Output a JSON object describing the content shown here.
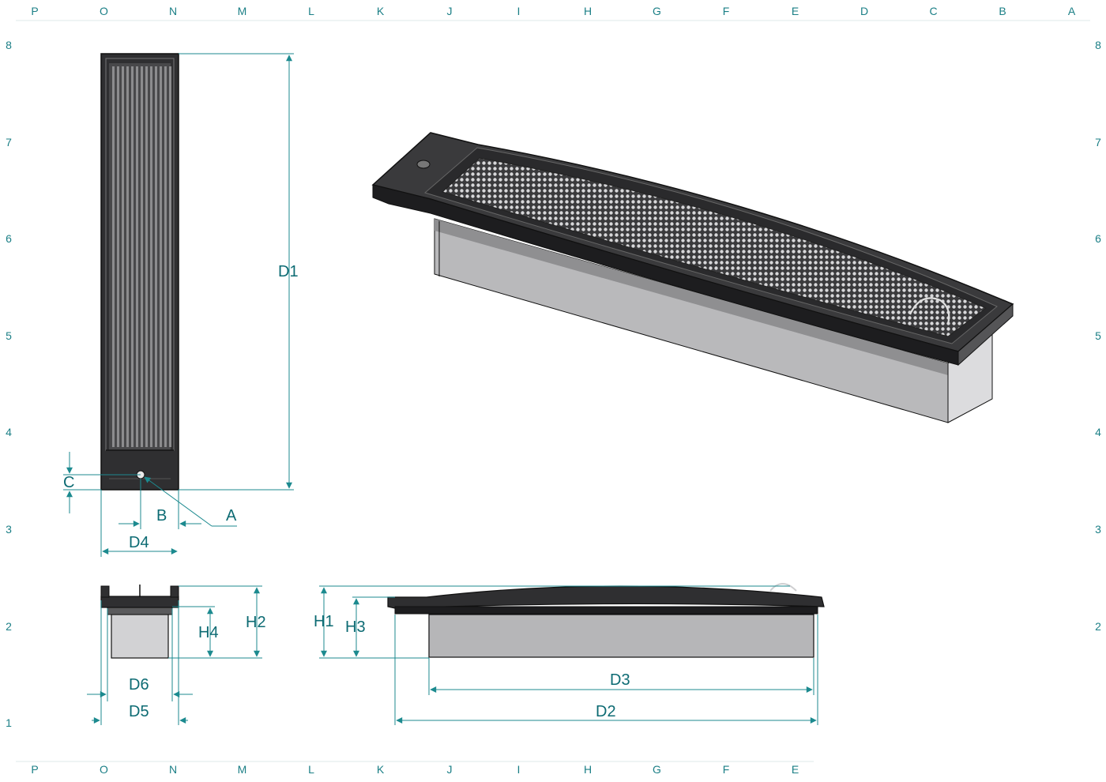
{
  "colors": {
    "dimension": "#1c8a8f",
    "grid_text": "#1b7f86",
    "label_text": "#0d6b73",
    "dark_part": "#2f2f31",
    "darker_part": "#1d1d1f",
    "body_gray": "#b9b9bb",
    "body_light": "#d2d2d4",
    "outline": "#111111"
  },
  "grid": {
    "top_letters": [
      "P",
      "O",
      "N",
      "M",
      "L",
      "K",
      "J",
      "I",
      "H",
      "G",
      "F",
      "E",
      "D",
      "C",
      "B",
      "A"
    ],
    "bottom_letters": [
      "P",
      "O",
      "N",
      "M",
      "L",
      "K",
      "J",
      "I",
      "H",
      "G",
      "F",
      "E"
    ],
    "left_numbers": [
      "8",
      "7",
      "6",
      "5",
      "4",
      "3",
      "2",
      "1"
    ],
    "right_numbers": [
      "8",
      "7",
      "6",
      "5",
      "4",
      "3",
      "2"
    ]
  },
  "dimensions": {
    "d1": "D1",
    "c": "C",
    "b": "B",
    "a": "A",
    "d4": "D4",
    "h4": "H4",
    "h2": "H2",
    "d6": "D6",
    "d5": "D5",
    "h1": "H1",
    "h3": "H3",
    "d3": "D3",
    "d2": "D2"
  }
}
